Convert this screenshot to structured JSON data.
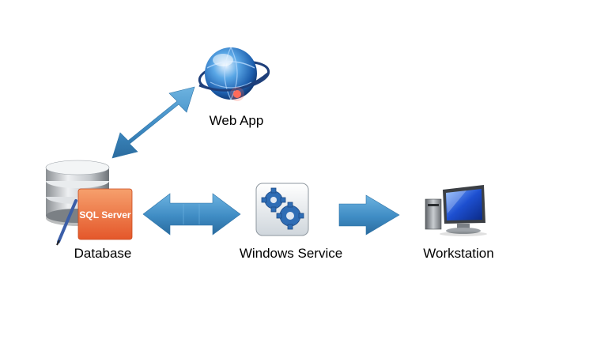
{
  "nodes": {
    "web_app": {
      "label": "Web App",
      "icon": "globe-icon"
    },
    "database": {
      "label": "Database",
      "icon": "database-icon",
      "badge_text": "SQL Server"
    },
    "windows_service": {
      "label": "Windows Service",
      "icon": "gears-icon"
    },
    "workstation": {
      "label": "Workstation",
      "icon": "monitor-icon"
    }
  },
  "edges": [
    {
      "from": "database",
      "to": "web_app",
      "direction": "both"
    },
    {
      "from": "database",
      "to": "windows_service",
      "direction": "both"
    },
    {
      "from": "windows_service",
      "to": "workstation",
      "direction": "forward"
    }
  ],
  "colors": {
    "arrow": "#4a95c9",
    "arrow_dark": "#2a6b9e",
    "sql_badge": "#f0753a",
    "gear": "#2f6db5"
  }
}
